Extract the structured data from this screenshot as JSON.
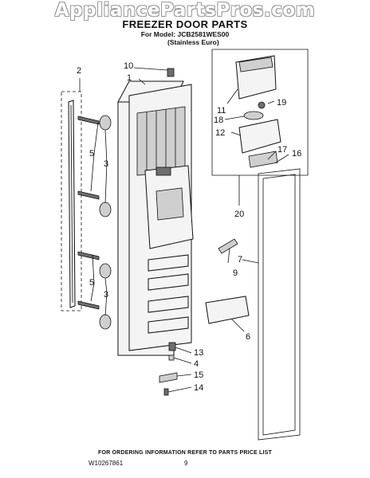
{
  "watermark": "AppliancePartsPros.com",
  "header": {
    "title": "FREEZER DOOR PARTS",
    "model_line": "For Model: JCB2581WES00",
    "variant": "(Stainless Euro)"
  },
  "callouts": {
    "c1": "1",
    "c2": "2",
    "c3a": "3",
    "c3b": "3",
    "c4": "4",
    "c5a": "5",
    "c5b": "5",
    "c6": "6",
    "c7": "7",
    "c9": "9",
    "c10": "10",
    "c11": "11",
    "c12": "12",
    "c13": "13",
    "c14": "14",
    "c15": "15",
    "c16": "16",
    "c17": "17",
    "c18": "18",
    "c19": "19",
    "c20": "20"
  },
  "footer": {
    "ordering_note": "FOR ORDERING INFORMATION REFER TO PARTS PRICE LIST",
    "doc_number": "W10267861",
    "page_number": "9"
  }
}
